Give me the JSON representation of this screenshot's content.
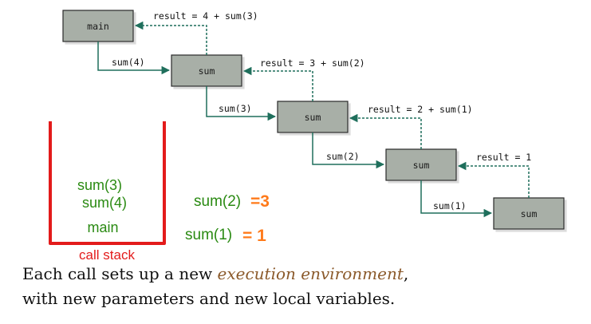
{
  "frames": [
    {
      "label": "main"
    },
    {
      "label": "sum"
    },
    {
      "label": "sum"
    },
    {
      "label": "sum"
    },
    {
      "label": "sum"
    }
  ],
  "calls": [
    "sum(4)",
    "sum(3)",
    "sum(2)",
    "sum(1)"
  ],
  "returns": [
    "result = 4 + sum(3)",
    "result = 3 + sum(2)",
    "result = 2 + sum(1)",
    "result = 1"
  ],
  "stack": {
    "items": [
      "sum(3)",
      "sum(4)",
      "main"
    ],
    "label": "call stack"
  },
  "annotations": {
    "sum2_text": "sum(2)",
    "sum2_value": "=3",
    "sum1_text": "sum(1)",
    "sum1_value": "= 1"
  },
  "caption": {
    "line1_prefix": "Each call sets up a new ",
    "line1_emphasis": "execution environment",
    "line1_suffix": ",",
    "line2": "with new parameters and new local variables."
  },
  "colors": {
    "box_fill": "#a8afa7",
    "box_stroke": "#2b2b2b",
    "call_line": "#1f6f5c",
    "return_line": "#1f6f5c",
    "stack_red": "#e31b1b",
    "stack_text_green": "#2a8a12",
    "annotation_orange": "#ff7a1a"
  }
}
